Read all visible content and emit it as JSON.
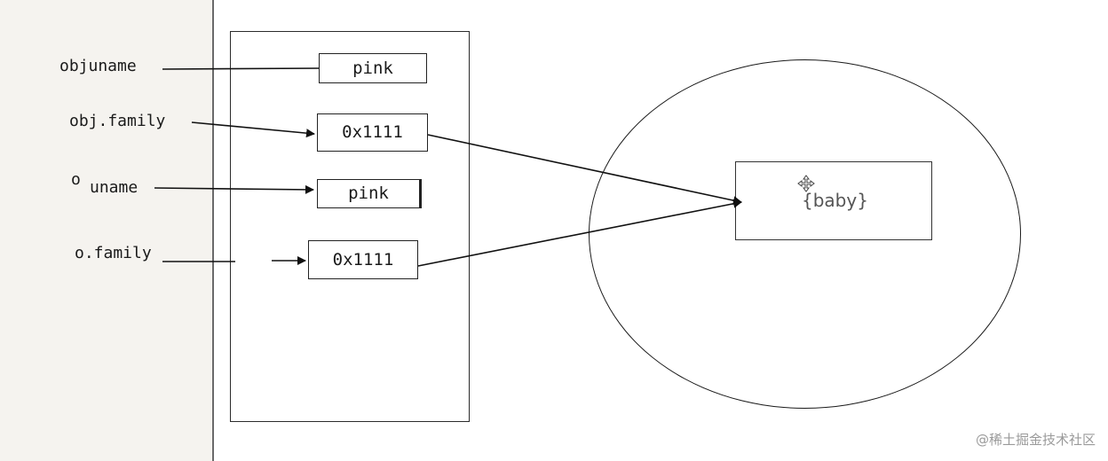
{
  "variables": {
    "obj_uname": "objuname",
    "obj_family": "obj.family",
    "o_prefix": "o",
    "o_uname": "uname",
    "o_family": "o.family"
  },
  "stack_cells": {
    "obj_uname_value": "pink",
    "obj_family_value": "0x1111",
    "o_uname_value": "pink",
    "o_family_value": "0x1111"
  },
  "heap": {
    "object_label": "{baby}"
  },
  "watermark": "@稀土掘金技术社区",
  "icons": {
    "cursor": "move-cursor-icon"
  },
  "colors": {
    "left_panel": "#f5f3ef",
    "ink": "#1a1a1a"
  }
}
